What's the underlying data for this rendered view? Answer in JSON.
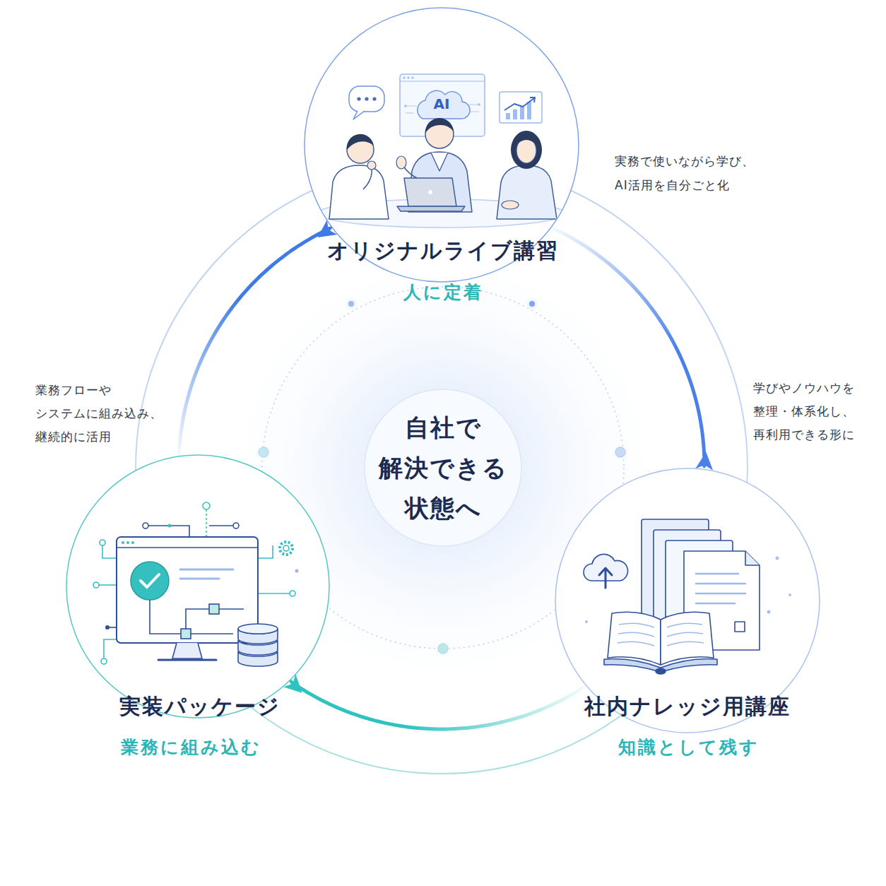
{
  "diagram": {
    "nodes": [
      {
        "text": [
          "オリジナルライブ講習",
          "人に定着"
        ]
      },
      {
        "text": [
          "自社で 解決できる 状態へ"
        ]
      },
      {
        "text": [
          "実装パッケージ",
          "業務に組み込む"
        ]
      },
      {
        "text": [
          "社内ナレッジ用講座",
          "知識として残す"
        ]
      }
    ],
    "edges": [
      {
        "from": 0,
        "to": 3,
        "arrow": "to",
        "label": "学びやノウハウを 整理・体系化し、 再利用できる形に"
      },
      {
        "from": 3,
        "to": 2,
        "arrow": "to"
      },
      {
        "from": 2,
        "to": 0,
        "arrow": "to",
        "label": "業務フローや システムに組み込み、 継続的に活用"
      }
    ],
    "labels": [
      "実務で使いながら学び、 AI活用を自分ごと化",
      "AI"
    ]
  }
}
